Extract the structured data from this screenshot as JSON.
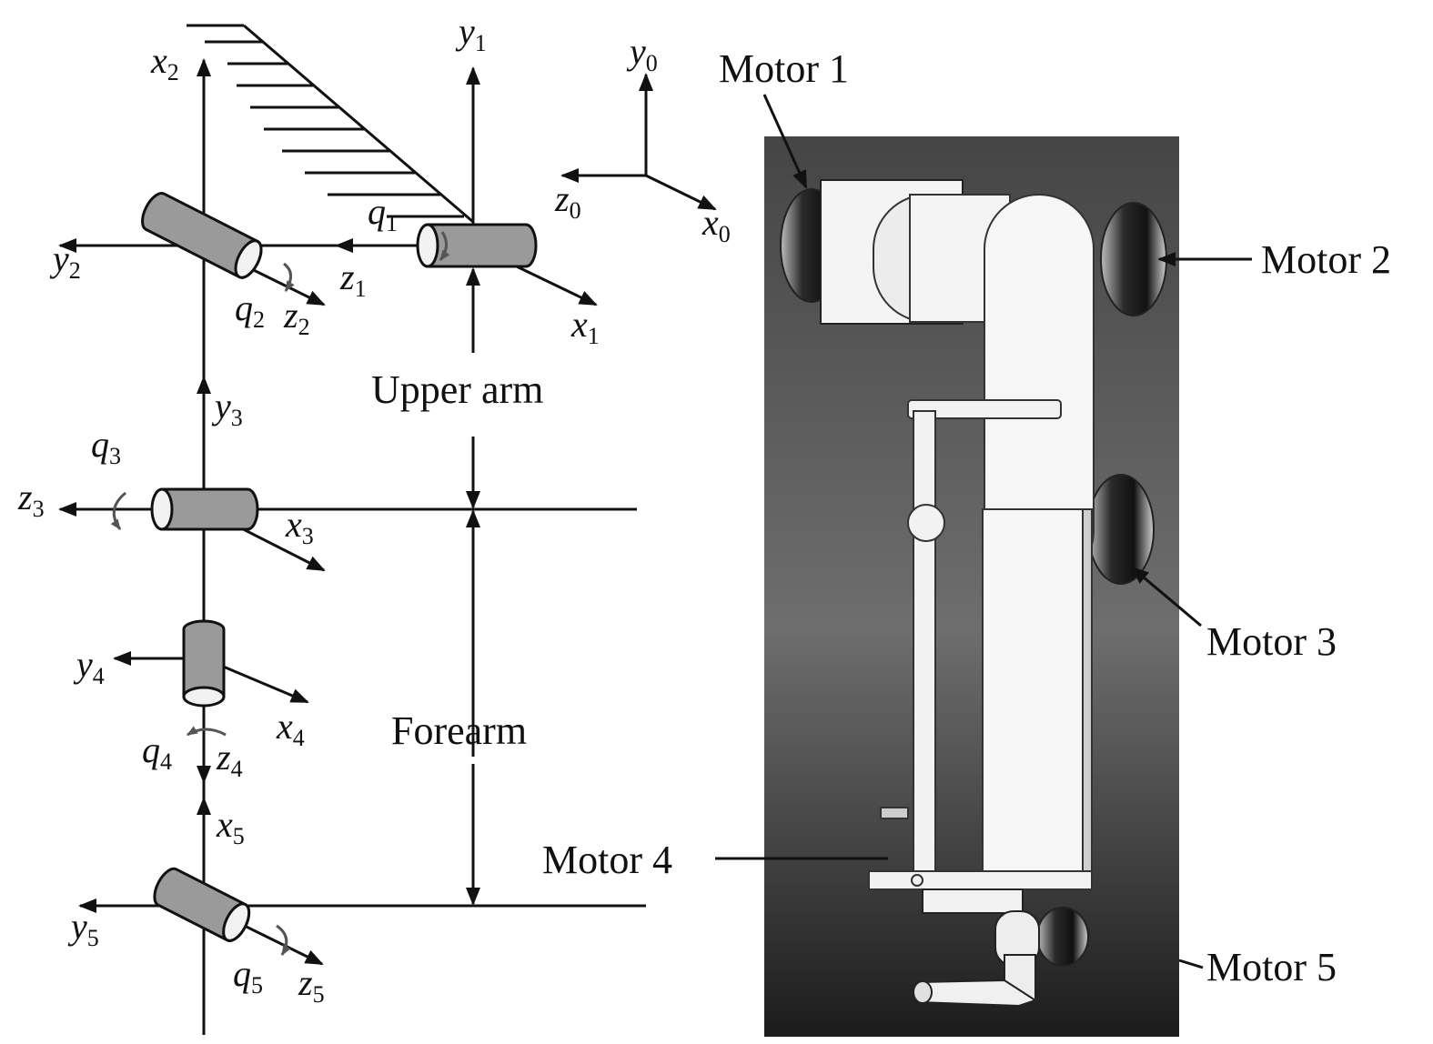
{
  "colors": {
    "ink": "#111111",
    "cylinder": "#9a9a9a",
    "panel_top": "#3b3b3b",
    "panel_bottom": "#1e1e1e",
    "part": "#f1f1f1"
  },
  "frames": {
    "x0": {
      "s": "x",
      "i": "0"
    },
    "y0": {
      "s": "y",
      "i": "0"
    },
    "z0": {
      "s": "z",
      "i": "0"
    },
    "x1": {
      "s": "x",
      "i": "1"
    },
    "y1": {
      "s": "y",
      "i": "1"
    },
    "z1": {
      "s": "z",
      "i": "1"
    },
    "q1": {
      "s": "q",
      "i": "1"
    },
    "x2": {
      "s": "x",
      "i": "2"
    },
    "y2": {
      "s": "y",
      "i": "2"
    },
    "z2": {
      "s": "z",
      "i": "2"
    },
    "q2": {
      "s": "q",
      "i": "2"
    },
    "x3": {
      "s": "x",
      "i": "3"
    },
    "y3": {
      "s": "y",
      "i": "3"
    },
    "z3": {
      "s": "z",
      "i": "3"
    },
    "q3": {
      "s": "q",
      "i": "3"
    },
    "x4": {
      "s": "x",
      "i": "4"
    },
    "y4": {
      "s": "y",
      "i": "4"
    },
    "z4": {
      "s": "z",
      "i": "4"
    },
    "q4": {
      "s": "q",
      "i": "4"
    },
    "x5": {
      "s": "x",
      "i": "5"
    },
    "y5": {
      "s": "y",
      "i": "5"
    },
    "z5": {
      "s": "z",
      "i": "5"
    },
    "q5": {
      "s": "q",
      "i": "5"
    }
  },
  "segments": {
    "upper_arm": "Upper arm",
    "forearm": "Forearm"
  },
  "motors": {
    "m1": "Motor 1",
    "m2": "Motor 2",
    "m3": "Motor 3",
    "m4": "Motor 4",
    "m5": "Motor 5"
  }
}
